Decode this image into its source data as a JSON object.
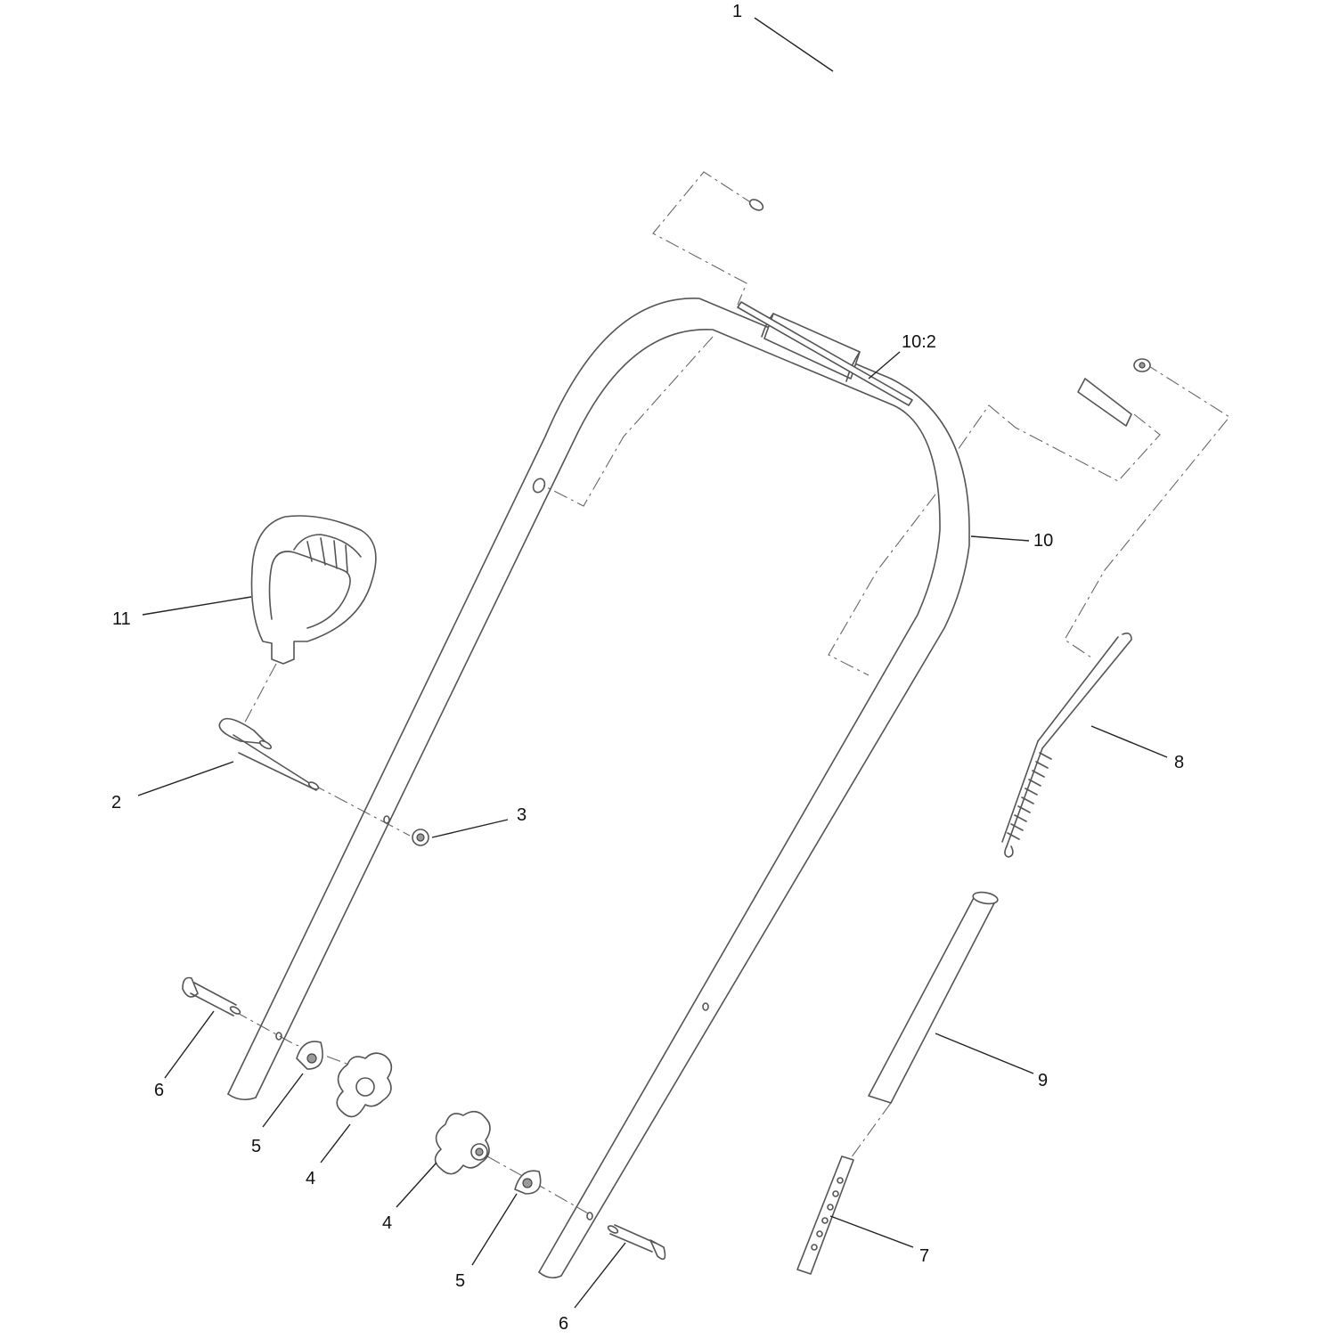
{
  "diagram": {
    "callouts": [
      {
        "id": "c1",
        "label": "1"
      },
      {
        "id": "c102",
        "label": "10:2"
      },
      {
        "id": "c10",
        "label": "10"
      },
      {
        "id": "c11",
        "label": "11"
      },
      {
        "id": "c8",
        "label": "8"
      },
      {
        "id": "c2",
        "label": "2"
      },
      {
        "id": "c3",
        "label": "3"
      },
      {
        "id": "c9",
        "label": "9"
      },
      {
        "id": "c6a",
        "label": "6"
      },
      {
        "id": "c5a",
        "label": "5"
      },
      {
        "id": "c4a",
        "label": "4"
      },
      {
        "id": "c4b",
        "label": "4"
      },
      {
        "id": "c5b",
        "label": "5"
      },
      {
        "id": "c7",
        "label": "7"
      },
      {
        "id": "c6b",
        "label": "6"
      }
    ]
  }
}
